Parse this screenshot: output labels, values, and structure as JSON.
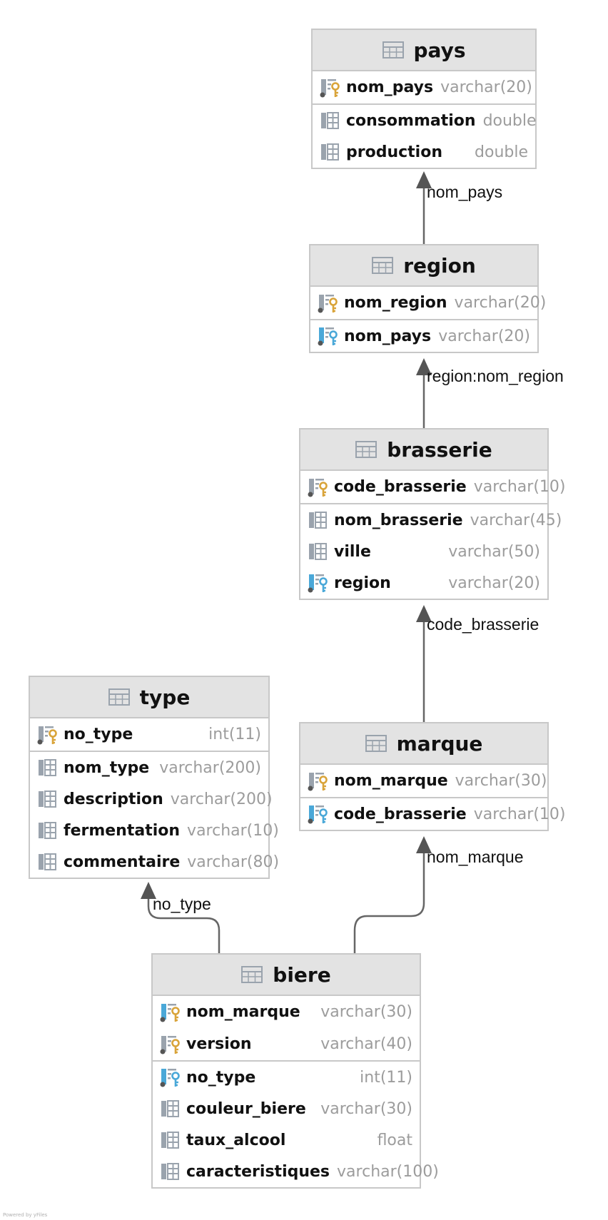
{
  "tables": {
    "pays": {
      "title": "pays",
      "pk": [
        {
          "name": "nom_pays",
          "type": "varchar(20)",
          "icon": "primary-key-icon"
        }
      ],
      "cols": [
        {
          "name": "consommation",
          "type": "double",
          "icon": "column-icon"
        },
        {
          "name": "production",
          "type": "double",
          "icon": "column-icon"
        }
      ]
    },
    "region": {
      "title": "region",
      "pk": [
        {
          "name": "nom_region",
          "type": "varchar(20)",
          "icon": "primary-key-icon"
        }
      ],
      "cols": [
        {
          "name": "nom_pays",
          "type": "varchar(20)",
          "icon": "foreign-key-icon"
        }
      ]
    },
    "brasserie": {
      "title": "brasserie",
      "pk": [
        {
          "name": "code_brasserie",
          "type": "varchar(10)",
          "icon": "primary-key-icon"
        }
      ],
      "cols": [
        {
          "name": "nom_brasserie",
          "type": "varchar(45)",
          "icon": "column-icon"
        },
        {
          "name": "ville",
          "type": "varchar(50)",
          "icon": "column-icon"
        },
        {
          "name": "region",
          "type": "varchar(20)",
          "icon": "foreign-key-icon"
        }
      ]
    },
    "type": {
      "title": "type",
      "pk": [
        {
          "name": "no_type",
          "type": "int(11)",
          "icon": "primary-key-icon"
        }
      ],
      "cols": [
        {
          "name": "nom_type",
          "type": "varchar(200)",
          "icon": "column-icon"
        },
        {
          "name": "description",
          "type": "varchar(200)",
          "icon": "column-icon"
        },
        {
          "name": "fermentation",
          "type": "varchar(10)",
          "icon": "column-icon"
        },
        {
          "name": "commentaire",
          "type": "varchar(80)",
          "icon": "column-icon"
        }
      ]
    },
    "marque": {
      "title": "marque",
      "pk": [
        {
          "name": "nom_marque",
          "type": "varchar(30)",
          "icon": "primary-key-icon"
        }
      ],
      "cols": [
        {
          "name": "code_brasserie",
          "type": "varchar(10)",
          "icon": "foreign-key-icon"
        }
      ]
    },
    "biere": {
      "title": "biere",
      "pk": [
        {
          "name": "nom_marque",
          "type": "varchar(30)",
          "icon": "primary-foreign-key-icon"
        },
        {
          "name": "version",
          "type": "varchar(40)",
          "icon": "primary-key-icon"
        }
      ],
      "cols": [
        {
          "name": "no_type",
          "type": "int(11)",
          "icon": "foreign-key-icon"
        },
        {
          "name": "couleur_biere",
          "type": "varchar(30)",
          "icon": "column-icon"
        },
        {
          "name": "taux_alcool",
          "type": "float",
          "icon": "column-icon"
        },
        {
          "name": "caracteristiques",
          "type": "varchar(100)",
          "icon": "column-icon"
        }
      ]
    }
  },
  "edges": [
    {
      "from": "region",
      "to": "pays",
      "label": "nom_pays"
    },
    {
      "from": "brasserie",
      "to": "region",
      "label": "region:nom_region"
    },
    {
      "from": "marque",
      "to": "brasserie",
      "label": "code_brasserie"
    },
    {
      "from": "biere",
      "to": "type",
      "label": "no_type"
    },
    {
      "from": "biere",
      "to": "marque",
      "label": "nom_marque"
    }
  ],
  "footer": {
    "powered_by": "Powered by yFiles"
  },
  "colors": {
    "header_bg": "#e3e3e3",
    "border": "#c8c8c8",
    "type_text": "#9c9c9c",
    "primary_key": "#d9a43a",
    "foreign_key": "#4aa8d8",
    "icon_gray": "#9aa3ad",
    "edge": "#666666"
  }
}
